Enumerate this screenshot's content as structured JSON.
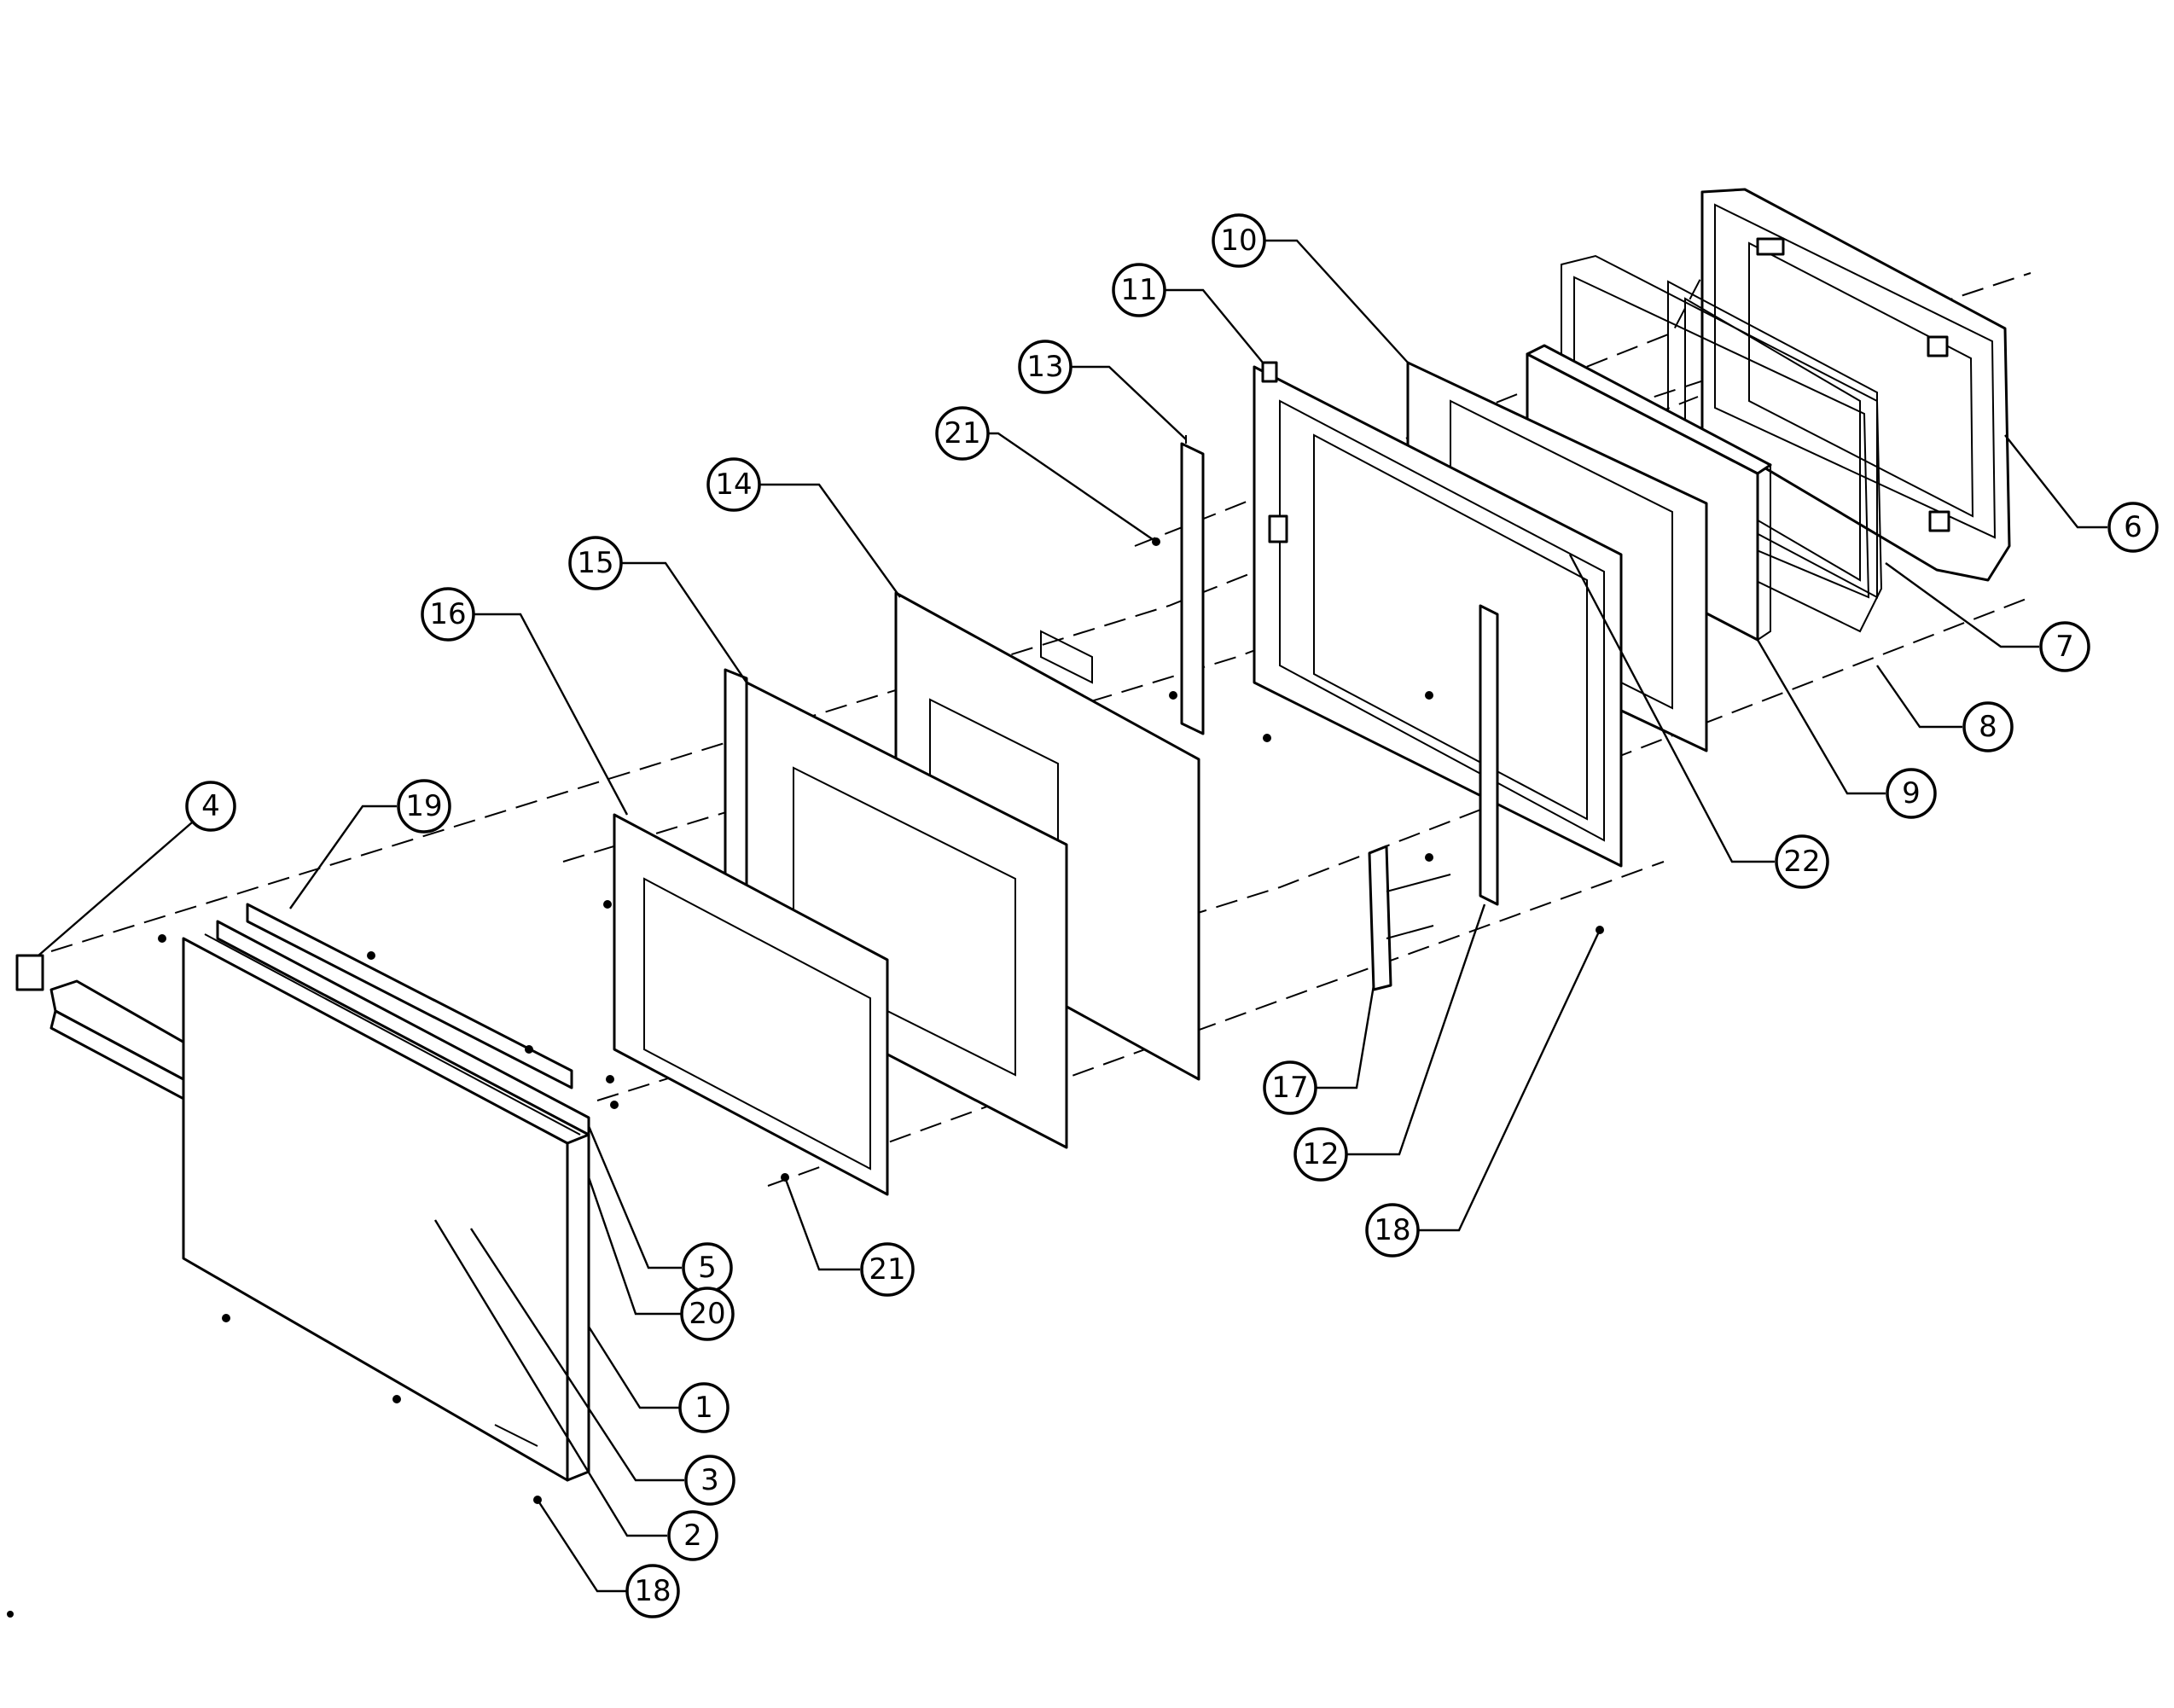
{
  "diagram": {
    "labels": {
      "c1": "1",
      "c2": "2",
      "c3": "3",
      "c4": "4",
      "c5": "5",
      "c6": "6",
      "c7": "7",
      "c8": "8",
      "c9": "9",
      "c10": "10",
      "c11": "11",
      "c12": "12",
      "c13": "13",
      "c14": "14",
      "c15": "15",
      "c16": "16",
      "c17": "17",
      "c18a": "18",
      "c18b": "18",
      "c19": "19",
      "c20": "20",
      "c21a": "21",
      "c21b": "21",
      "c22": "22"
    }
  }
}
